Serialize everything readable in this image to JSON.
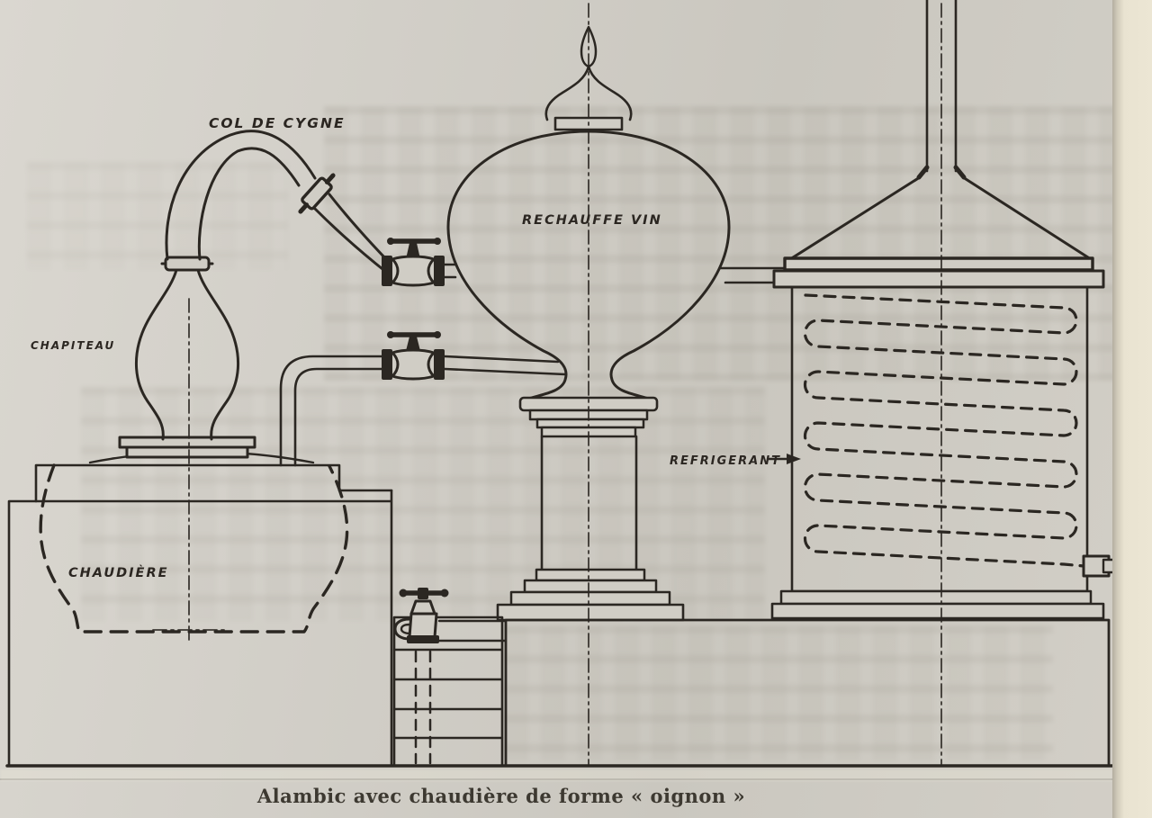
{
  "page": {
    "caption": "Alambic avec chaudière de forme « oignon »",
    "paper_color": "#cfccc4",
    "ink_color": "#2b2722"
  },
  "diagram": {
    "labels": {
      "col_de_cygne": "COL DE CYGNE",
      "chapiteau": "CHAPITEAU",
      "chaudiere": "CHAUDIÈRE",
      "rechauffe_vin": "RECHAUFFE VIN",
      "refrigerant": "REFRIGERANT"
    }
  }
}
